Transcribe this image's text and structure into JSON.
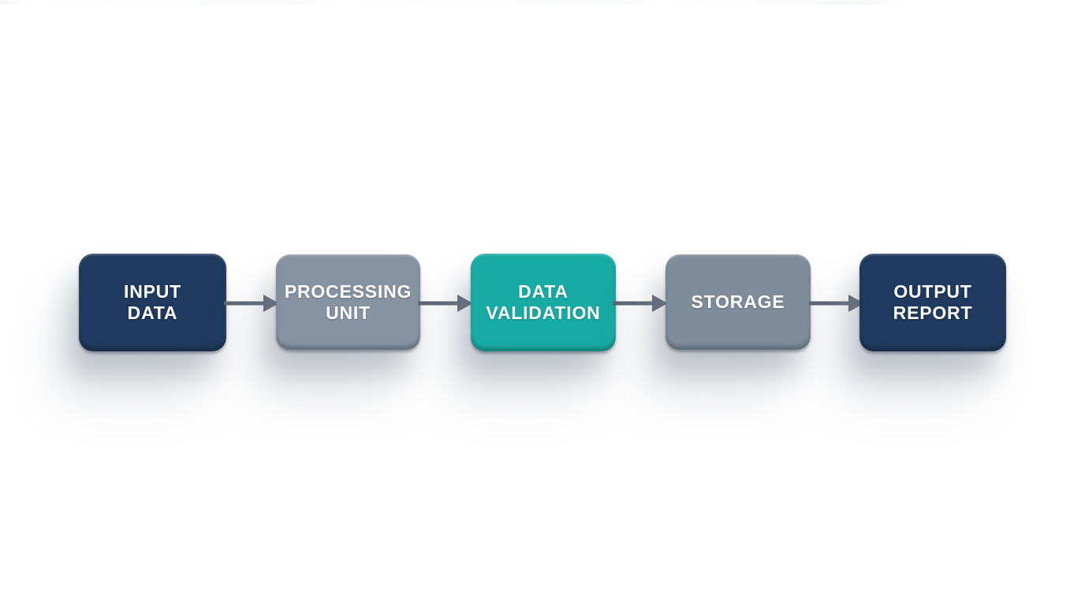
{
  "diagram": {
    "type": "flowchart",
    "orientation": "horizontal",
    "background_color": "#ffffff",
    "arrow_color": "#5d6773",
    "text_color": "#ffffff",
    "nodes": [
      {
        "id": "input-data",
        "lines": [
          "INPUT",
          "DATA"
        ],
        "color": "#1f3a5e"
      },
      {
        "id": "processing-unit",
        "lines": [
          "PROCESSING",
          "UNIT"
        ],
        "color": "#8693a2"
      },
      {
        "id": "data-validation",
        "lines": [
          "DATA",
          "VALIDATION"
        ],
        "color": "#17aba4"
      },
      {
        "id": "storage",
        "lines": [
          "STORAGE"
        ],
        "color": "#7f8c9a"
      },
      {
        "id": "output-report",
        "lines": [
          "OUTPUT",
          "REPORT"
        ],
        "color": "#1f3a5e"
      }
    ],
    "connections": [
      {
        "from": "input-data",
        "to": "processing-unit"
      },
      {
        "from": "processing-unit",
        "to": "data-validation"
      },
      {
        "from": "data-validation",
        "to": "storage"
      },
      {
        "from": "storage",
        "to": "output-report"
      }
    ]
  }
}
